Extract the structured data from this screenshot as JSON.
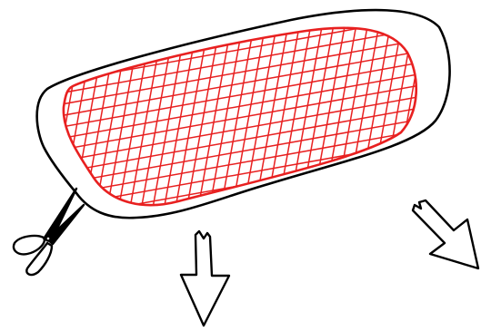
{
  "diagram": {
    "colors": {
      "background": "#ffffff",
      "outline": "#000000",
      "mesh": "#e82020"
    },
    "elements": [
      {
        "name": "adhesive-patch-backing",
        "shape": "rounded-outline"
      },
      {
        "name": "red-mesh-pad",
        "pattern": "crosshatch-grid"
      },
      {
        "name": "scissors-icon",
        "icon": "scissors"
      },
      {
        "name": "arrow-down-icon",
        "icon": "hollow-arrow",
        "direction": "down"
      },
      {
        "name": "arrow-down-right-icon",
        "icon": "hollow-arrow",
        "direction": "down-right"
      }
    ]
  }
}
